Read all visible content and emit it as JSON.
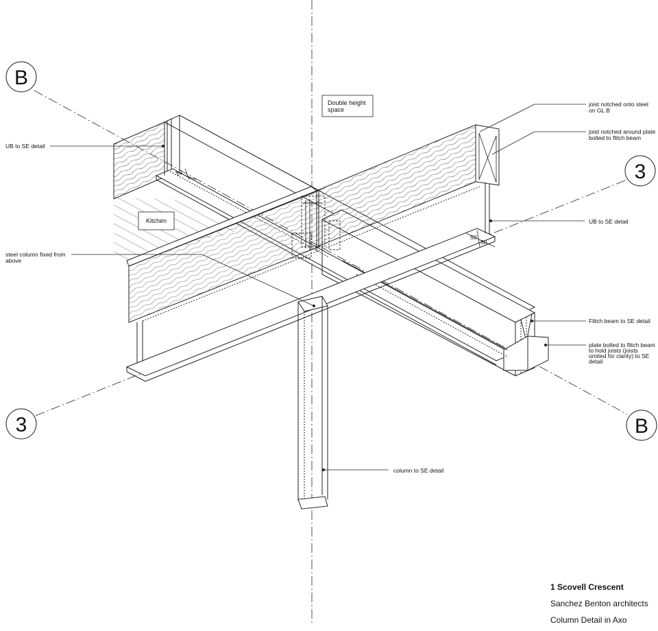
{
  "grid_markers": [
    {
      "id": "grid-b-top-left",
      "label": "B"
    },
    {
      "id": "grid-3-top-right",
      "label": "3"
    },
    {
      "id": "grid-3-bottom-left",
      "label": "3"
    },
    {
      "id": "grid-b-bottom-right",
      "label": "B"
    }
  ],
  "annotations": {
    "ub_left": "UB to SE detail",
    "joist_notched_steel": [
      "joist notched onto steel",
      "on GL B"
    ],
    "joist_notched_plate": [
      "joist notched around plate",
      "bolted to flitch beam"
    ],
    "ub_right": "UB to SE detail",
    "steel_column": [
      "steel column fixed from",
      "above"
    ],
    "flitch_beam": "Flitch beam to SE detail",
    "plate_bolted": [
      "plate bolted to flitch beam",
      "to hold joists (joists",
      "omited for clarity) to SE",
      "detail"
    ],
    "column_se": "column to SE detail"
  },
  "room_labels": {
    "double_height": [
      "Double height",
      "space"
    ],
    "kitchen": "Kitchen"
  },
  "dimensions": {
    "flange": "10",
    "plate_a": "50",
    "plate_b": "50"
  },
  "title_block": {
    "project": "1 Scovell Crescent",
    "architect": "Sanchez Benton architects",
    "drawing": "Column Detail in Axo"
  }
}
